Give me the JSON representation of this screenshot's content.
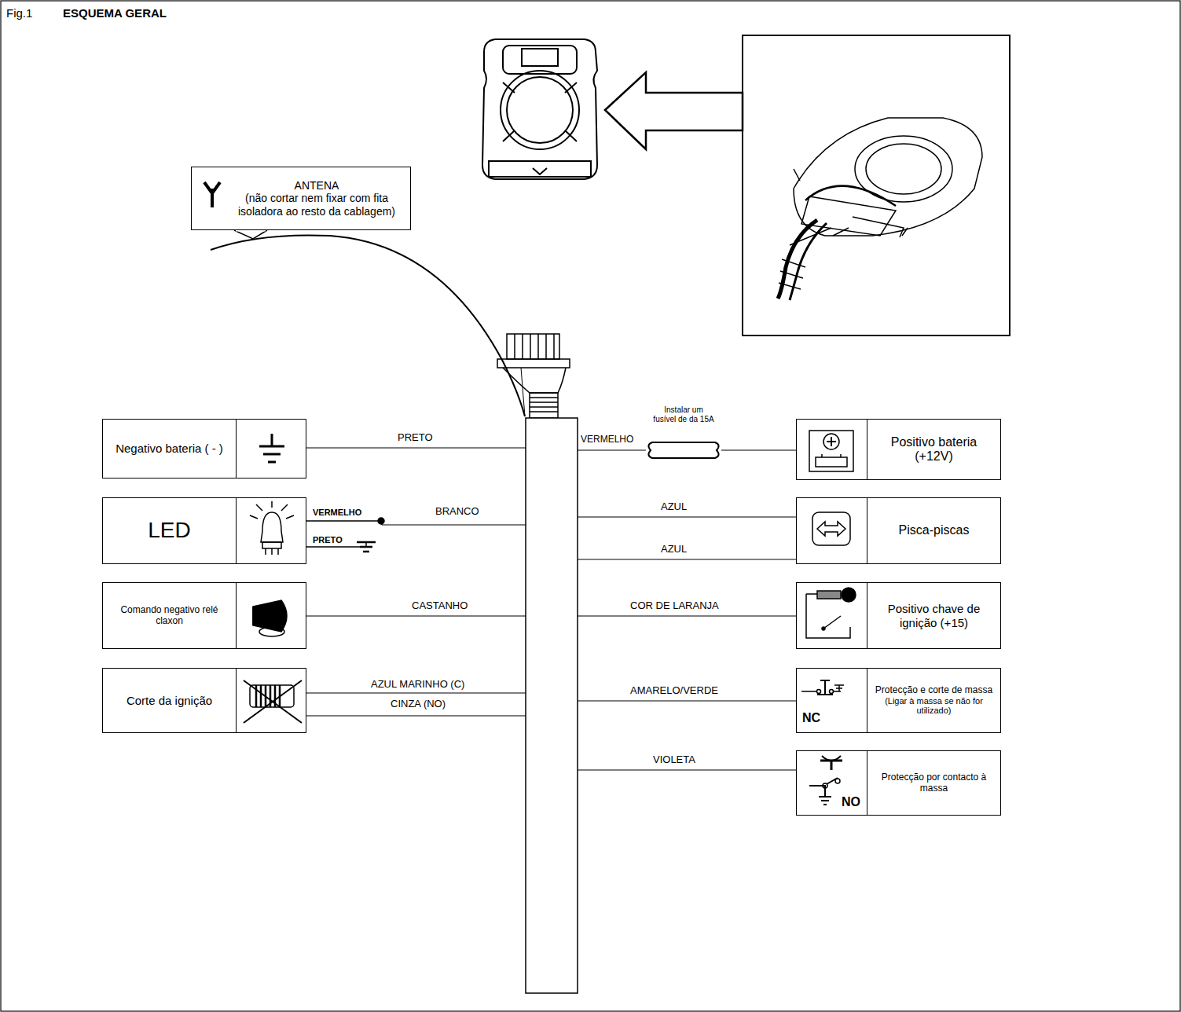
{
  "diagram": {
    "title": "ESQUEMA GERAL",
    "nodes": [
      {
        "text": [
          "ANTENA",
          "(não cortar nem fixar com fita isoladora ao resto da cablagem)"
        ]
      },
      {
        "text": [
          "Negativo bateria ( - )"
        ]
      },
      {
        "text": [
          "LED"
        ]
      },
      {
        "text": [
          "Comando negativo relé claxon"
        ]
      },
      {
        "text": [
          "Corte da ignição"
        ]
      },
      {
        "text": [
          "Positivo bateria (+12V)"
        ]
      },
      {
        "text": [
          "Pisca-piscas"
        ]
      },
      {
        "text": [
          "Positivo chave de ignição (+15)"
        ]
      },
      {
        "text": [
          "Protecção e corte de massa",
          "(Ligar à massa se não for utilizado)"
        ]
      },
      {
        "text": [
          "Protecção por contacto à massa"
        ]
      }
    ],
    "labels": [
      "Fig.1",
      "PRETO",
      "VERMELHO",
      "PRETO",
      "BRANCO",
      "CASTANHO",
      "AZUL MARINHO (C)",
      "CINZA (NO)",
      "VERMELHO",
      "Instalar um fusível de da 15A",
      "AZUL",
      "AZUL",
      "COR DE LARANJA",
      "AMARELO/VERDE",
      "NC",
      "VIOLETA",
      "NO"
    ]
  }
}
